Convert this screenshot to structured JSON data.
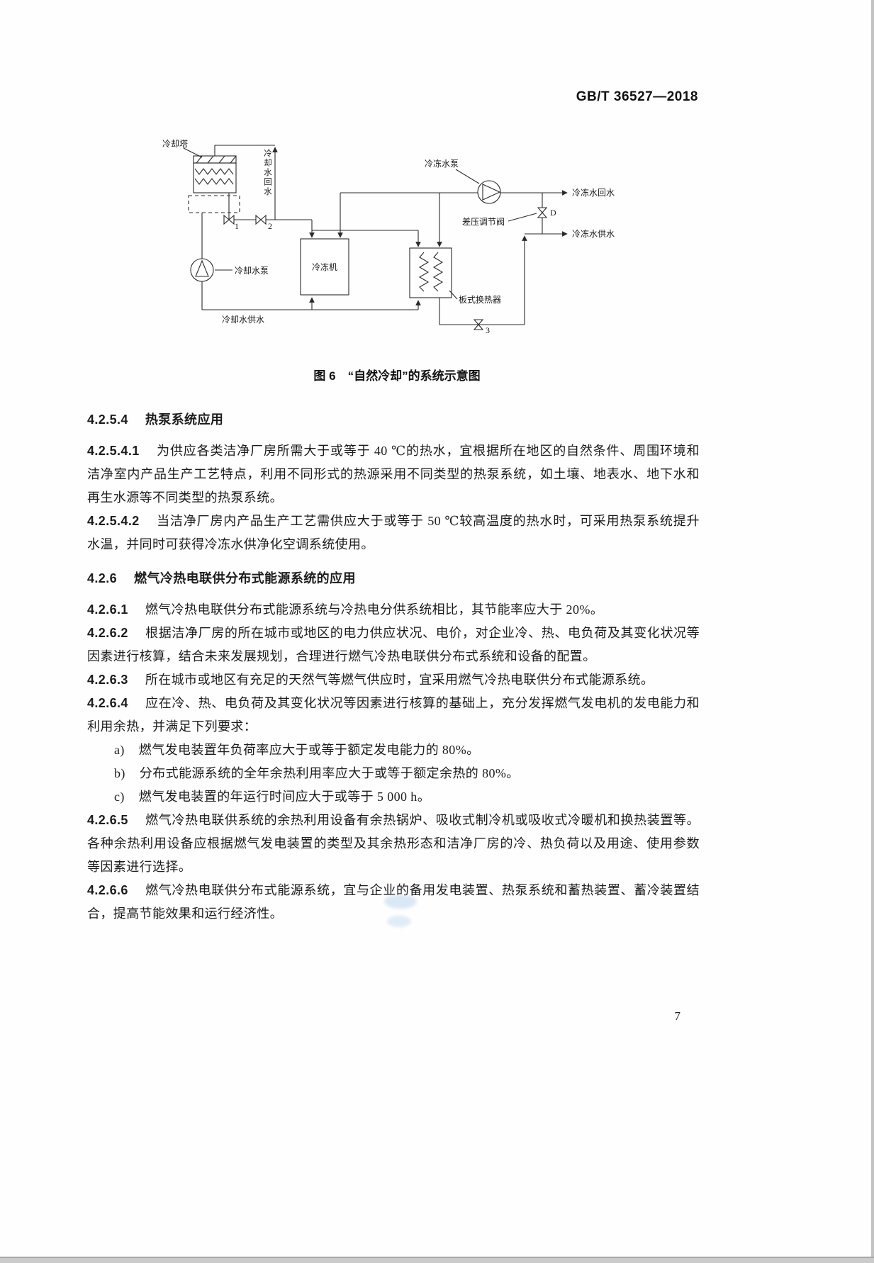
{
  "page": {
    "standard_number": "GB/T 36527—2018",
    "page_number": "7"
  },
  "figure": {
    "caption": "图 6　“自然冷却”的系统示意图",
    "labels": {
      "cooling_tower": "冷却塔",
      "cooling_water_return": "冷却水回水",
      "chilled_water_pump": "冷冻水泵",
      "chilled_water_return": "冷冻水回水",
      "differential_pressure_valve": "差压调节阀",
      "valve_d": "D",
      "chilled_water_supply": "冷冻水供水",
      "cooling_water_pump": "冷却水泵",
      "chiller": "冷冻机",
      "plate_heat_exchanger": "板式换热器",
      "cooling_water_supply": "冷却水供水",
      "valve_1": "1",
      "valve_2": "2",
      "valve_3": "3"
    }
  },
  "sections": [
    {
      "number": "4.2.5.4",
      "text": "热泵系统应用"
    },
    {
      "number": "4.2.5.4.1",
      "text": "为供应各类洁净厂房所需大于或等于 40 ℃的热水，宜根据所在地区的自然条件、周围环境和洁净室内产品生产工艺特点，利用不同形式的热源采用不同类型的热泵系统，如土壤、地表水、地下水和再生水源等不同类型的热泵系统。"
    },
    {
      "number": "4.2.5.4.2",
      "text": "当洁净厂房内产品生产工艺需供应大于或等于 50 ℃较高温度的热水时，可采用热泵系统提升水温，并同时可获得冷冻水供净化空调系统使用。"
    },
    {
      "number": "4.2.6",
      "text": "燃气冷热电联供分布式能源系统的应用"
    },
    {
      "number": "4.2.6.1",
      "text": "燃气冷热电联供分布式能源系统与冷热电分供系统相比，其节能率应大于 20%。"
    },
    {
      "number": "4.2.6.2",
      "text": "根据洁净厂房的所在城市或地区的电力供应状况、电价，对企业冷、热、电负荷及其变化状况等因素进行核算，结合未来发展规划，合理进行燃气冷热电联供分布式系统和设备的配置。"
    },
    {
      "number": "4.2.6.3",
      "text": "所在城市或地区有充足的天然气等燃气供应时，宜采用燃气冷热电联供分布式能源系统。"
    },
    {
      "number": "4.2.6.4",
      "text": "应在冷、热、电负荷及其变化状况等因素进行核算的基础上，充分发挥燃气发电机的发电能力和利用余热，并满足下列要求："
    },
    {
      "marker": "a)",
      "text": "燃气发电装置年负荷率应大于或等于额定发电能力的 80%。"
    },
    {
      "marker": "b)",
      "text": "分布式能源系统的全年余热利用率应大于或等于额定余热的 80%。"
    },
    {
      "marker": "c)",
      "text": "燃气发电装置的年运行时间应大于或等于 5 000 h。"
    },
    {
      "number": "4.2.6.5",
      "text": "燃气冷热电联供系统的余热利用设备有余热锅炉、吸收式制冷机或吸收式冷暖机和换热装置等。各种余热利用设备应根据燃气发电装置的类型及其余热形态和洁净厂房的冷、热负荷以及用途、使用参数等因素进行选择。"
    },
    {
      "number": "4.2.6.6",
      "text": "燃气冷热电联供分布式能源系统，宜与企业的备用发电装置、热泵系统和蓄热装置、蓄冷装置结合，提高节能效果和运行经济性。"
    }
  ]
}
